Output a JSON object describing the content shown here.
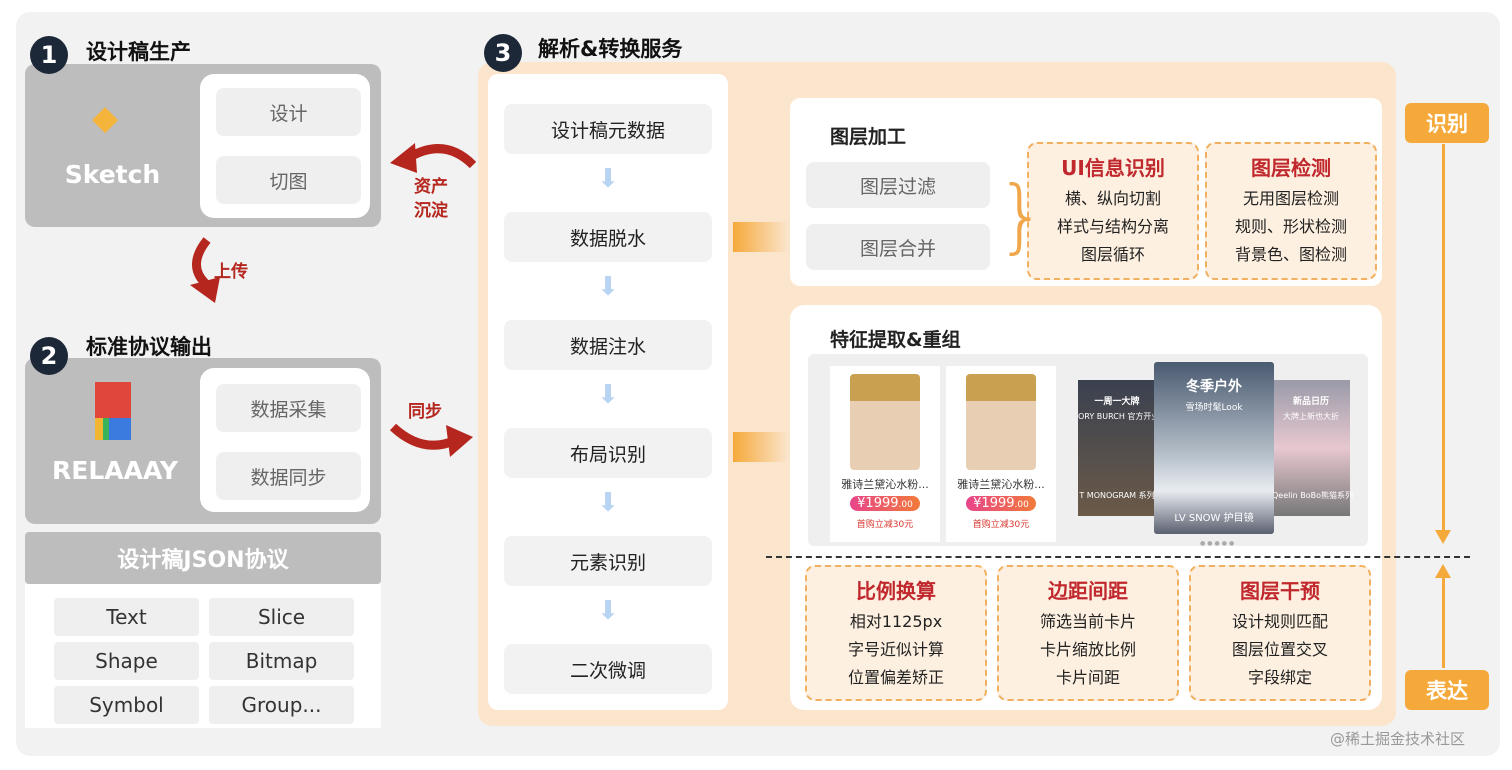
{
  "section1": {
    "number": "1",
    "title": "设计稿生产",
    "app": "Sketch",
    "items": [
      "设计",
      "切图"
    ]
  },
  "arrows": {
    "asset": [
      "资产",
      "沉淀"
    ],
    "upload": "上传",
    "sync": "同步"
  },
  "section2": {
    "number": "2",
    "title": "标准协议输出",
    "app": "RELAAAY",
    "items": [
      "数据采集",
      "数据同步"
    ],
    "protocol_title": "设计稿JSON协议",
    "protocol_items": [
      "Text",
      "Slice",
      "Shape",
      "Bitmap",
      "Symbol",
      "Group..."
    ]
  },
  "section3": {
    "number": "3",
    "title": "解析&转换服务",
    "steps": [
      "设计稿元数据",
      "数据脱水",
      "数据注水",
      "布局识别",
      "元素识别",
      "二次微调"
    ],
    "layer_processing": {
      "title": "图层加工",
      "items": [
        "图层过滤",
        "图层合并"
      ],
      "boxes": [
        {
          "title": "UI信息识别",
          "lines": [
            "横、纵向切割",
            "样式与结构分离",
            "图层循环"
          ]
        },
        {
          "title": "图层检测",
          "lines": [
            "无用图层检测",
            "规则、形状检测",
            "背景色、图检测"
          ]
        }
      ]
    },
    "feature": {
      "title": "特征提取&重组",
      "products": [
        {
          "name": "雅诗兰黛沁水粉...",
          "price": "¥1999",
          "cents": ".00",
          "promo": "首购立减30元"
        },
        {
          "name": "雅诗兰黛沁水粉...",
          "price": "¥1999",
          "cents": ".00",
          "promo": "首购立减30元"
        }
      ],
      "carousel": [
        {
          "title": "一周一大牌",
          "sub": "ORY BURCH 官方开业",
          "caption": "T MONOGRAM 系列"
        },
        {
          "title": "冬季户外",
          "sub": "雪场时髦Look",
          "caption": "LV SNOW 护目镜"
        },
        {
          "title": "新品日历",
          "sub": "大牌上新也大折",
          "caption": "Qeelin BoBo熊猫系列"
        }
      ],
      "boxes": [
        {
          "title": "比例换算",
          "lines": [
            "相对1125px",
            "字号近似计算",
            "位置偏差矫正"
          ]
        },
        {
          "title": "边距间距",
          "lines": [
            "筛选当前卡片",
            "卡片缩放比例",
            "卡片间距"
          ]
        },
        {
          "title": "图层干预",
          "lines": [
            "设计规则匹配",
            "图层位置交叉",
            "字段绑定"
          ]
        }
      ]
    }
  },
  "badges": {
    "recognize": "识别",
    "express": "表达"
  },
  "watermark": "@稀土掘金技术社区",
  "colors": {
    "accent": "#f5a93a",
    "red": "#c0282d",
    "navy": "#1c2838"
  }
}
